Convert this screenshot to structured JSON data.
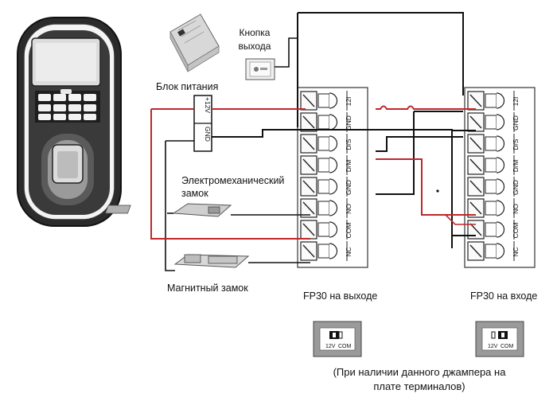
{
  "labels": {
    "power_supply": "Блок питания",
    "exit_button_line1": "Кнопка",
    "exit_button_line2": "выхода",
    "em_lock_line1": "Электромеханический",
    "em_lock_line2": "замок",
    "mag_lock": "Магнитный замок",
    "fp30_exit": "FP30 на выходе",
    "fp30_entry": "FP30 на входе",
    "psu_pos": "+12V",
    "psu_gnd": "GND"
  },
  "terminals": [
    "12I",
    "GND",
    "D/S",
    "D/M",
    "GND",
    "NO",
    "COM",
    "NC"
  ],
  "jumper": {
    "left": "12V",
    "right": "COM"
  },
  "note": {
    "line1": "(При наличии данного джампера на",
    "line2": "плате терминалов)"
  },
  "colors": {
    "wire_red": "#c0262b",
    "wire_black": "#111111",
    "frame": "#333333"
  }
}
